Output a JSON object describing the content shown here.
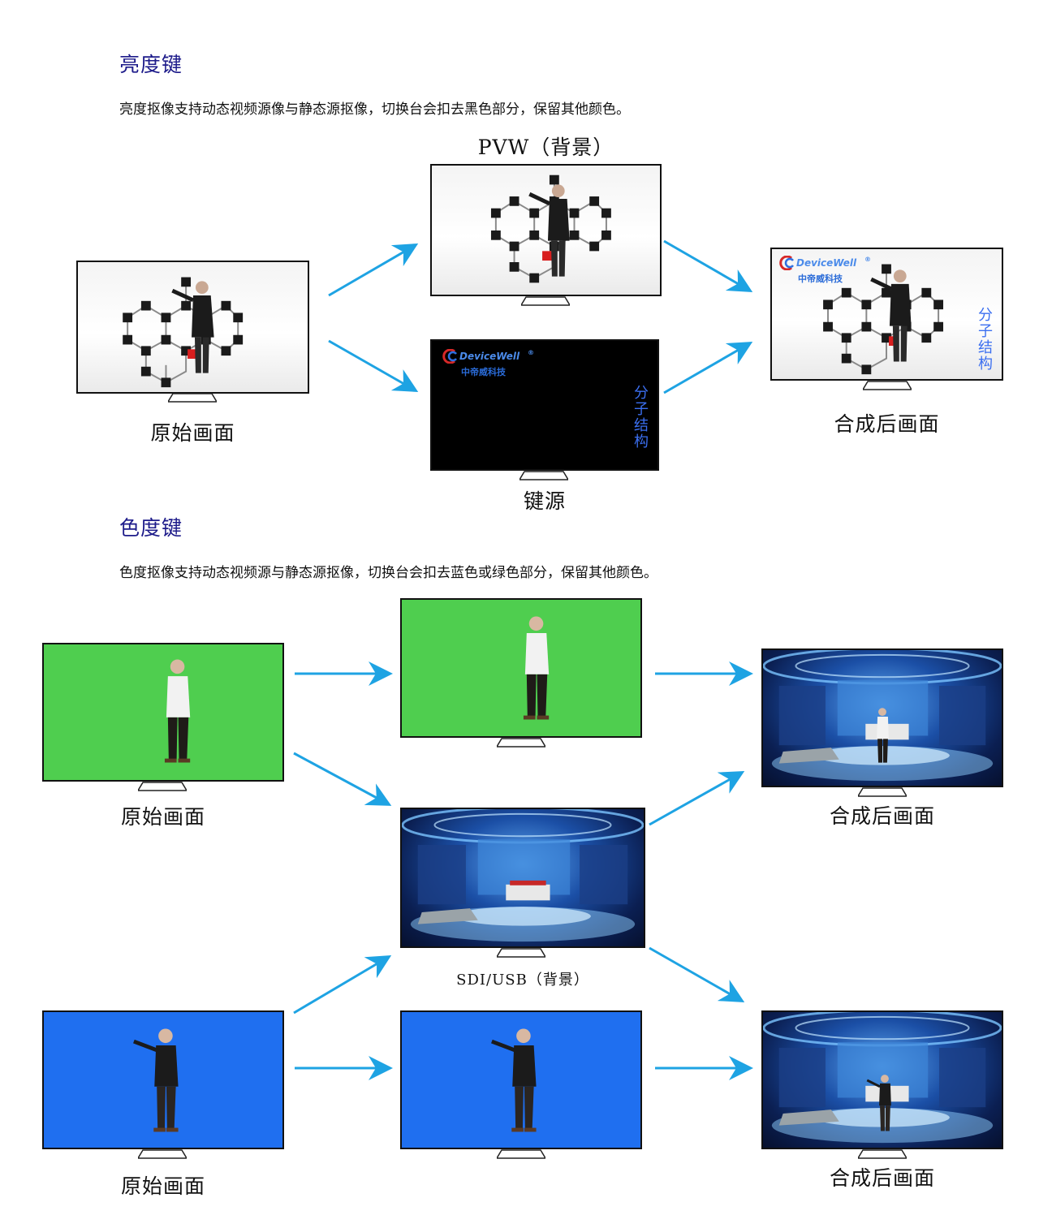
{
  "section_luma": {
    "heading": "亮度键",
    "description": "亮度抠像支持动态视频源像与静态源抠像，切换台会扣去黑色部分，保留其他颜色。",
    "pvw_label": "PVW（背景）",
    "original_label": "原始画面",
    "key_source_label": "键源",
    "composite_label": "合成后画面",
    "logo_text": "DeviceWell",
    "logo_reg": "®",
    "logo_subtitle": "中帝威科技",
    "vertical_text": [
      "分",
      "子",
      "结",
      "构"
    ]
  },
  "section_chroma": {
    "heading": "色度键",
    "description": "色度抠像支持动态视频源与静态源抠像，切换台会扣去蓝色或绿色部分，保留其他颜色。",
    "original_label_green": "原始画面",
    "original_label_blue": "原始画面",
    "background_label": "SDI/USB（背景）",
    "composite_label_green": "合成后画面",
    "composite_label_blue": "合成后画面"
  },
  "colors": {
    "heading": "#1d1b8a",
    "arrow": "#1ea3e3",
    "green_screen": "#4fce4f",
    "blue_screen": "#1f6ff0",
    "key_text": "#3b6ff0"
  }
}
